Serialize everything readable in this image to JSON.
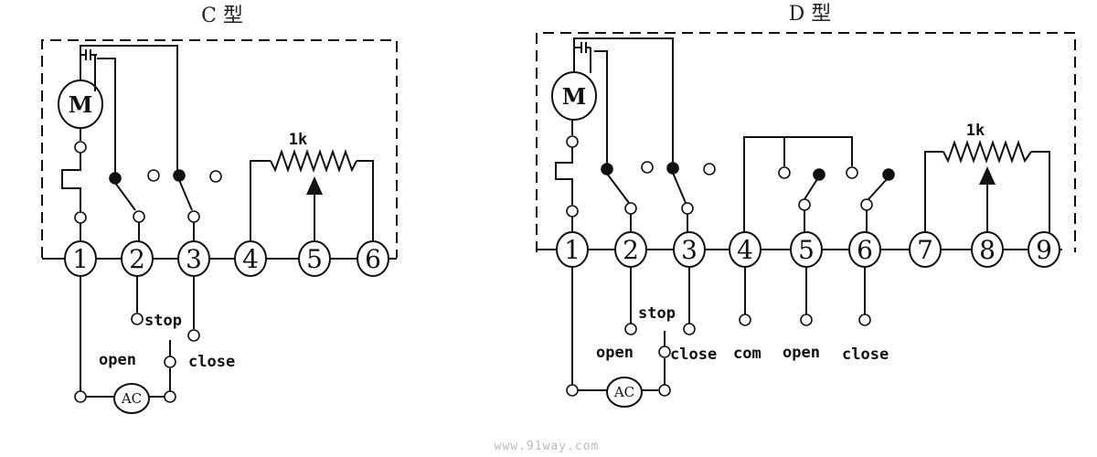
{
  "diagram_c": {
    "title": "C 型",
    "terminals": [
      "1",
      "2",
      "3",
      "4",
      "5",
      "6"
    ],
    "motor_label": "M",
    "resistor_label": "1k",
    "ac_label": "AC",
    "labels": {
      "stop": "stop",
      "open": "open",
      "close": "close"
    }
  },
  "diagram_d": {
    "title": "D 型",
    "terminals": [
      "1",
      "2",
      "3",
      "4",
      "5",
      "6",
      "7",
      "8",
      "9"
    ],
    "motor_label": "M",
    "resistor_label": "1k",
    "ac_label": "AC",
    "labels": {
      "stop": "stop",
      "open": "open",
      "close": "close",
      "com": "com",
      "open2": "open",
      "close2": "close"
    }
  },
  "watermark": "www.91way.com"
}
